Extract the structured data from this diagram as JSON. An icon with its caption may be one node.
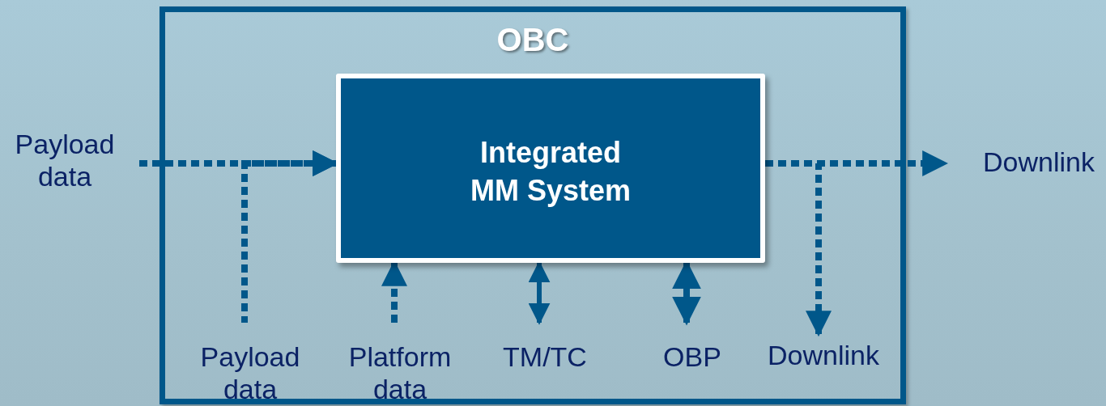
{
  "diagram": {
    "nodes": [
      {
        "text": [
          "OBC"
        ]
      },
      {
        "text": [
          "Integrated MM System"
        ],
        "in": 0
      },
      {
        "text": [
          "Payload data"
        ]
      },
      {
        "text": [
          "Payload data"
        ],
        "in": 0
      },
      {
        "text": [
          "Platform data"
        ],
        "in": 0
      },
      {
        "text": [
          "TM/TC"
        ],
        "in": 0
      },
      {
        "text": [
          "OBP"
        ],
        "in": 0
      },
      {
        "text": [
          "Downlink"
        ],
        "in": 0
      },
      {
        "text": [
          "Downlink"
        ]
      }
    ],
    "edges": [
      {
        "from": 2,
        "to": 1,
        "arrow": "to",
        "style": "dashed"
      },
      {
        "from": 3,
        "to": 1,
        "arrow": "to",
        "style": "dashed"
      },
      {
        "from": 4,
        "to": 1,
        "arrow": "to",
        "style": "dashed"
      },
      {
        "from": 5,
        "to": 1,
        "arrow": "both"
      },
      {
        "from": 6,
        "to": 1,
        "arrow": "both",
        "style": "dashed"
      },
      {
        "from": 1,
        "to": 8,
        "arrow": "to",
        "style": "dashed"
      },
      {
        "from": 1,
        "to": 7,
        "arrow": "to",
        "style": "dashed"
      }
    ]
  }
}
